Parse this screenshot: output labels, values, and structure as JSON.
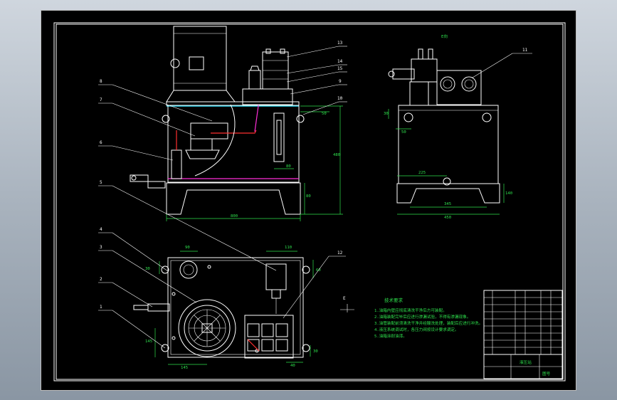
{
  "front_view": {
    "dims": {
      "width": "800",
      "base_height": "80",
      "total_height": "480",
      "gauge_width": "80",
      "right_offset": "50"
    },
    "leaders": [
      "8",
      "7",
      "6",
      "5",
      "13",
      "14",
      "15",
      "9",
      "10"
    ]
  },
  "side_view": {
    "title": "E向",
    "dims": {
      "port_offset": "30",
      "port_span": "50",
      "drain": "225",
      "foot_span": "345",
      "width": "450",
      "base_height": "140"
    },
    "leaders": [
      "11"
    ]
  },
  "plan_view": {
    "dims": {
      "port_dia": "90",
      "port_offset": "30",
      "valve_width": "110",
      "valve_offset": "60",
      "pump_offset": "145",
      "pump_dist": "145",
      "block_width": "40",
      "block_gap": "30"
    },
    "leaders": [
      "4",
      "3",
      "2",
      "1",
      "12"
    ]
  },
  "direction_marker": "E",
  "notes": {
    "title": "技术要求",
    "lines": [
      "1.油箱内壁应彻底清洗干净后方可装配。",
      "2.油箱装配完毕后应进行渗漏试验，不得有渗漏现象。",
      "3.油管装配前须清洗干净并经酸洗处理，装配后应进行冲洗。",
      "4.液压系统调试时，各压力阀按设计要求调定。",
      "5.油箱涂耐油漆。"
    ]
  },
  "title_block": {
    "labels": [
      "液压站",
      "图号"
    ]
  },
  "colors": {
    "sheet": "#000000",
    "line": "#ffffff",
    "notes": "#2ee04c",
    "pipe": "#ff2ed8",
    "fluid": "#22d3ee",
    "cut": "#ff3030"
  }
}
